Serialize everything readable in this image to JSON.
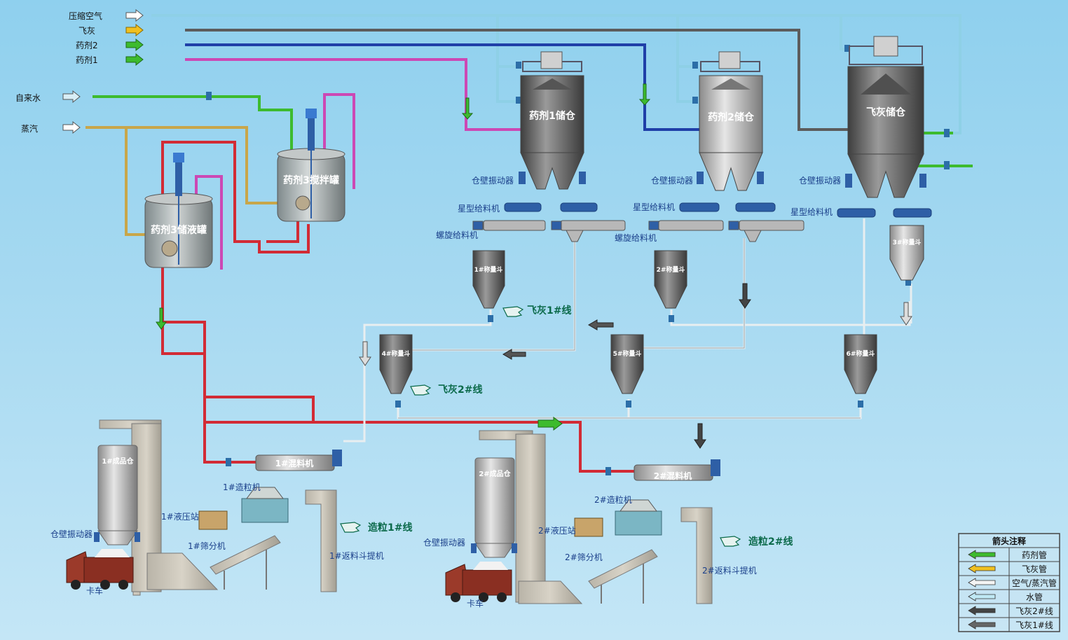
{
  "legend_top": {
    "compressed_air": "压缩空气",
    "fly_ash": "飞灰",
    "agent2": "药剂2",
    "agent1": "药剂1",
    "tap_water": "自来水",
    "steam": "蒸汽"
  },
  "silos": {
    "agent1": "药剂1储仓",
    "agent2": "药剂2储仓",
    "fly_ash": "飞灰储仓"
  },
  "tanks": {
    "agent3_mix": "药剂3搅拌罐",
    "agent3_store": "药剂3储液罐"
  },
  "labels": {
    "vibrator": "仓壁振动器",
    "star_feeder": "星型给料机",
    "screw_feeder": "螺旋给料机",
    "hydraulic1": "1#液压站",
    "hydraulic2": "2#液压站",
    "granulator1": "1#造粒机",
    "granulator2": "2#造粒机",
    "screen1": "1#筛分机",
    "screen2": "2#筛分机",
    "return1": "1#返料斗提机",
    "return2": "2#返料斗提机",
    "truck": "卡车",
    "product1": "1#成品仓",
    "product2": "2#成品仓",
    "mixer1": "1#混料机",
    "mixer2": "2#混料机"
  },
  "hoppers": {
    "h1": "1#称量斗",
    "h2": "2#称量斗",
    "h3": "3#称量斗",
    "h4": "4#称量斗",
    "h5": "5#称量斗",
    "h6": "6#称量斗"
  },
  "lines": {
    "flyash1": "飞灰1#线",
    "flyash2": "飞灰2#线",
    "gran1": "造粒1#线",
    "gran2": "造粒2#线"
  },
  "legend": {
    "title": "箭头注释",
    "rows": [
      {
        "label": "药剂管",
        "color": "#3dbb2e"
      },
      {
        "label": "飞灰管",
        "color": "#f0c020"
      },
      {
        "label": "空气/蒸汽管",
        "color": "#f4f4f4"
      },
      {
        "label": "水管",
        "color": "#bfe8f4"
      },
      {
        "label": "飞灰2#线",
        "color": "#444444"
      },
      {
        "label": "飞灰1#线",
        "color": "#666666"
      }
    ]
  },
  "colors": {
    "pipe_red": "#d22b35",
    "pipe_magenta": "#cc48b4",
    "pipe_blue": "#1f3fa8",
    "pipe_gray": "#5c5c5c",
    "pipe_light": "#8ed0e6",
    "pipe_green": "#3dbb2e",
    "pipe_tan": "#c8a64a"
  }
}
